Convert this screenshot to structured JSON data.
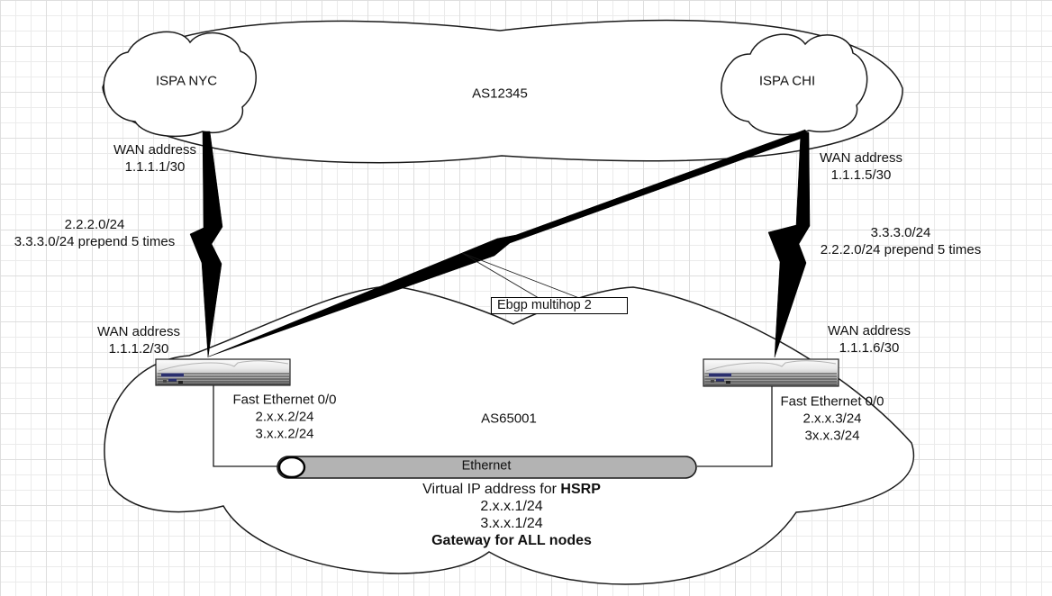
{
  "diagram": {
    "clouds": {
      "wan_top": {
        "label": "AS12345"
      },
      "ispa_nyc": {
        "label": "ISPA NYC"
      },
      "ispa_chi": {
        "label": "ISPA CHI"
      },
      "lan_bottom": {
        "label": "AS65001"
      }
    },
    "labels": {
      "wan_nyc": {
        "line1": "WAN address",
        "line2": "1.1.1.1/30"
      },
      "wan_chi": {
        "line1": "WAN address",
        "line2": "1.1.1.5/30"
      },
      "routes_left": {
        "line1": "2.2.2.0/24",
        "line2": "3.3.3.0/24 prepend 5 times"
      },
      "routes_right": {
        "line1": "3.3.3.0/24",
        "line2": "2.2.2.0/24 prepend 5 times"
      },
      "wan_router1": {
        "line1": "WAN address",
        "line2": "1.1.1.2/30"
      },
      "wan_router2": {
        "line1": "WAN address",
        "line2": "1.1.1.6/30"
      },
      "fe_router1": {
        "line1": "Fast Ethernet 0/0",
        "line2": "2.x.x.2/24",
        "line3": "3.x.x.2/24"
      },
      "fe_router2": {
        "line1": "Fast Ethernet 0/0",
        "line2": "2.x.x.3/24",
        "line3": "3x.x.3/24"
      },
      "ebgp_callout": "Ebgp multihop 2",
      "ethernet_bus": "Ethernet",
      "hsrp": {
        "prefix": "Virtual IP address for ",
        "bold_term": "HSRP",
        "vip1": "2.x.x.1/24",
        "vip2": "3.x.x.1/24",
        "gateway_note": "Gateway for ALL nodes"
      }
    },
    "colors": {
      "stroke": "#1a1a1a",
      "bus_fill": "#b3b3b3",
      "led_navy": "#2a2f6e",
      "grid": "#ebebeb"
    }
  }
}
